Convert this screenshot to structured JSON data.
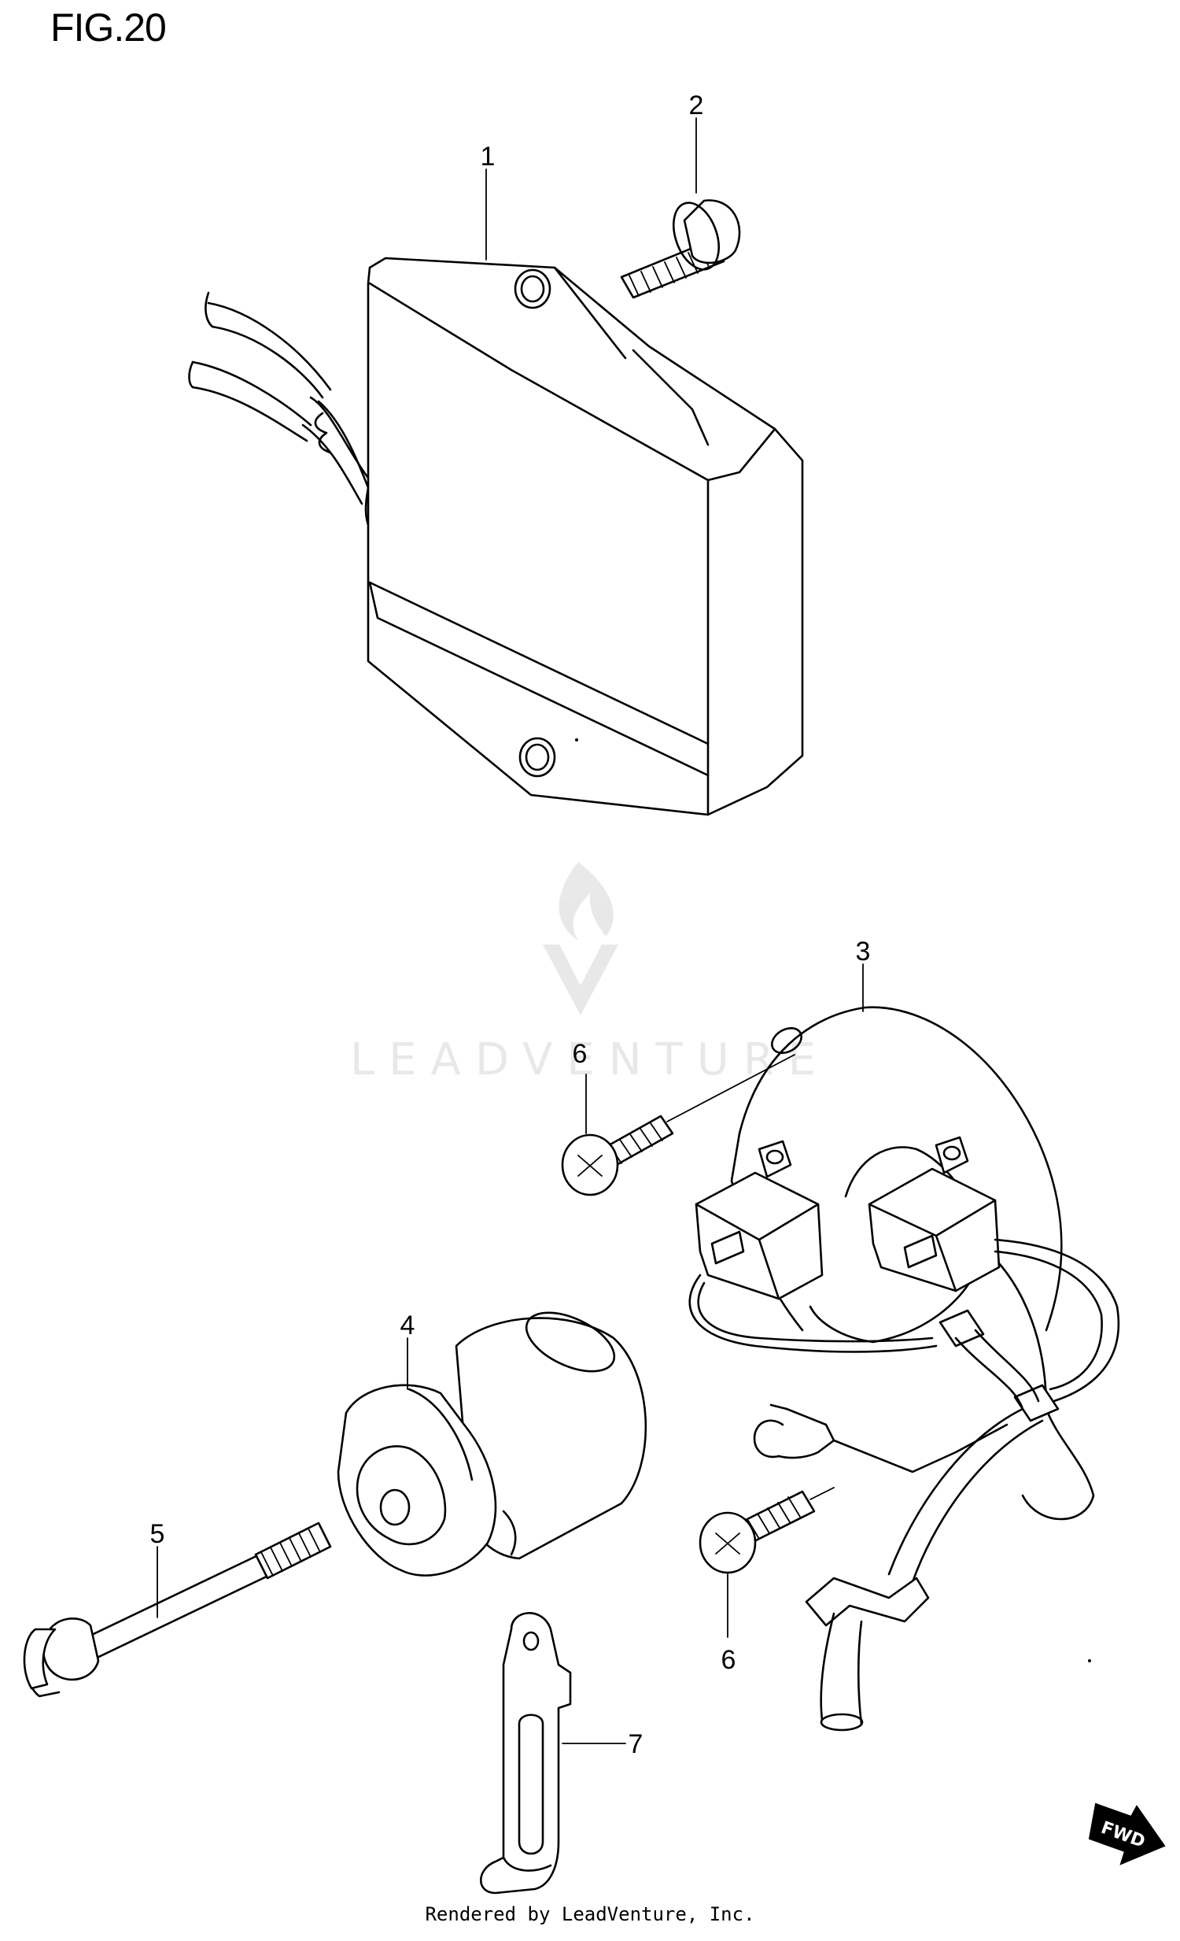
{
  "figure": {
    "title": "FIG.20"
  },
  "watermark": {
    "brand": "LEADVENTURE"
  },
  "callouts": {
    "c1": "1",
    "c2": "2",
    "c3": "3",
    "c4": "4",
    "c5": "5",
    "c6a": "6",
    "c6b": "6",
    "c7": "7"
  },
  "direction": {
    "label": "FWD"
  },
  "footer": {
    "credit": "Rendered by LeadVenture, Inc."
  },
  "icons": [
    "flame-logo-icon",
    "fwd-arrow-icon"
  ]
}
